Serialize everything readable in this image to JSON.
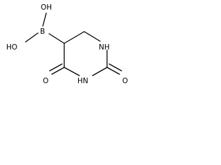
{
  "molecule": {
    "atoms": {
      "oh_top": "OH",
      "oh_left": "HO",
      "boron": "B",
      "nh_right": "NH",
      "nh_bottom": "HN",
      "o_left": "O",
      "o_right": "O"
    }
  }
}
